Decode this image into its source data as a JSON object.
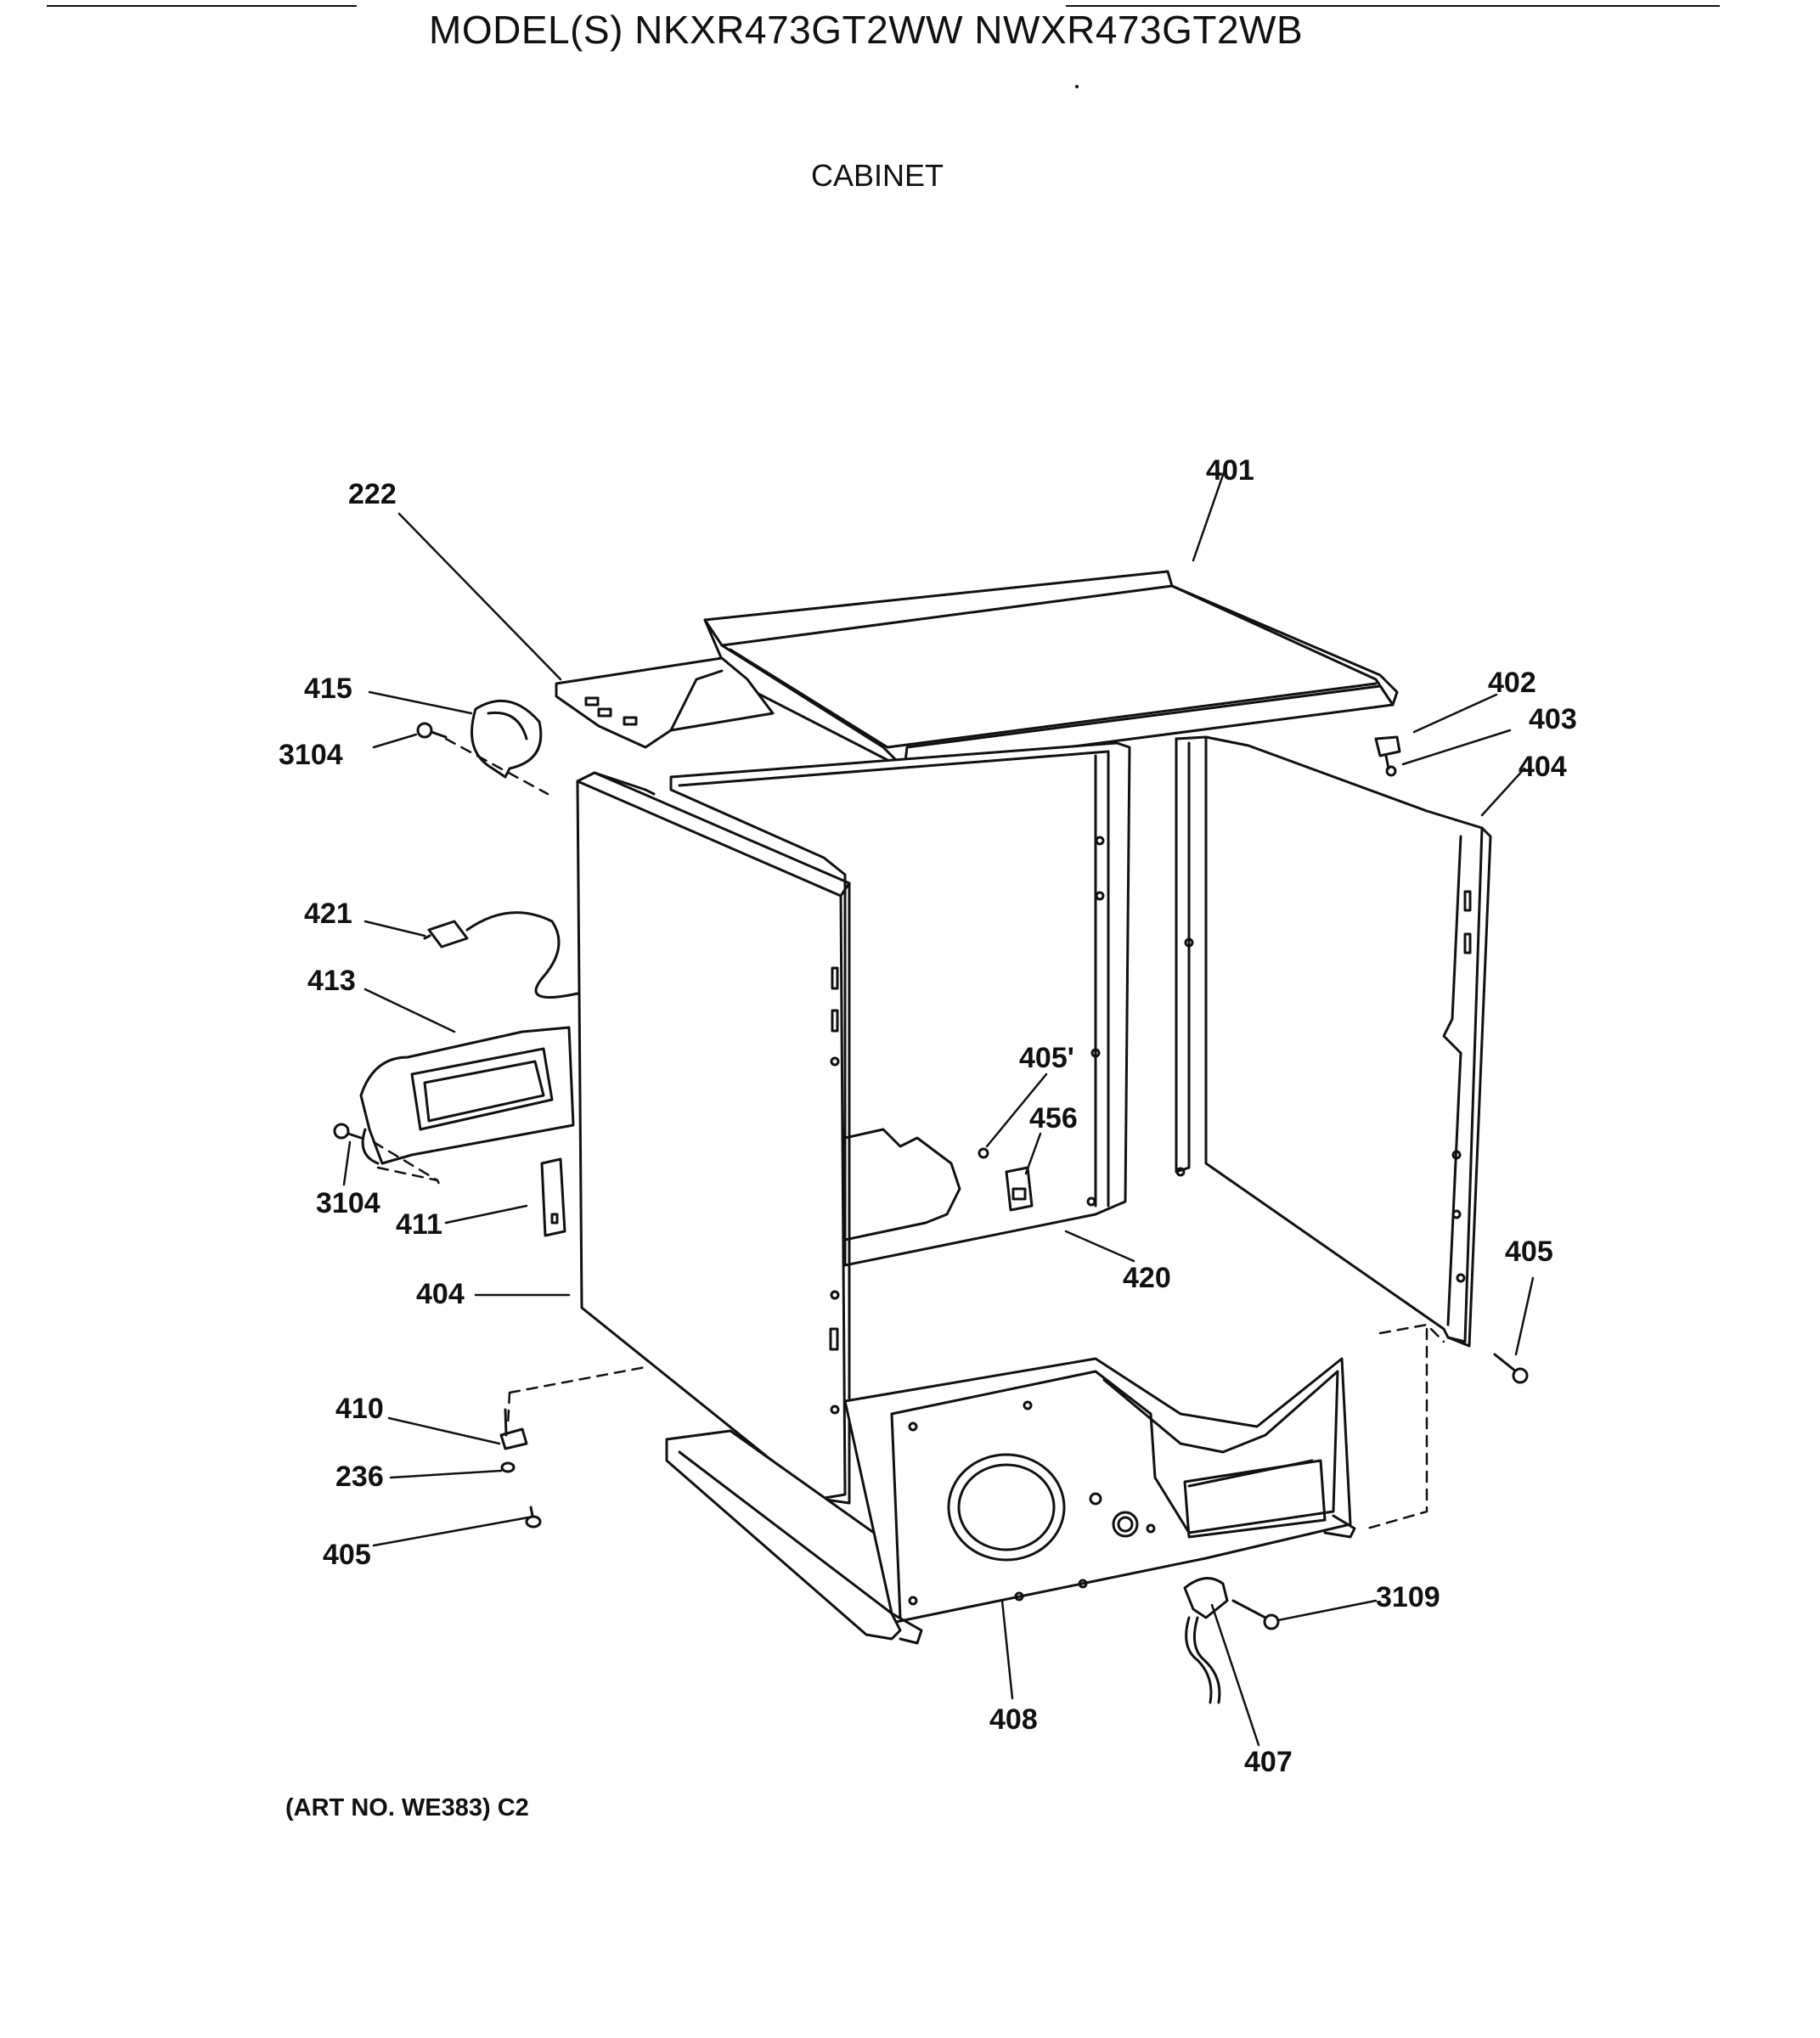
{
  "header": {
    "title": "MODEL(S) NKXR473GT2WW  NWXR473GT2WB",
    "section": "CABINET"
  },
  "callouts": [
    {
      "id": "c222",
      "text": "222"
    },
    {
      "id": "c401",
      "text": "401"
    },
    {
      "id": "c415",
      "text": "415"
    },
    {
      "id": "c3104a",
      "text": "3104"
    },
    {
      "id": "c402",
      "text": "402"
    },
    {
      "id": "c403",
      "text": "403"
    },
    {
      "id": "c404a",
      "text": "404"
    },
    {
      "id": "c421",
      "text": "421"
    },
    {
      "id": "c413",
      "text": "413"
    },
    {
      "id": "c405p",
      "text": "405'"
    },
    {
      "id": "c456",
      "text": "456"
    },
    {
      "id": "c3104b",
      "text": "3104"
    },
    {
      "id": "c411",
      "text": "411"
    },
    {
      "id": "c420",
      "text": "420"
    },
    {
      "id": "c405a",
      "text": "405"
    },
    {
      "id": "c404b",
      "text": "404"
    },
    {
      "id": "c410",
      "text": "410"
    },
    {
      "id": "c236",
      "text": "236"
    },
    {
      "id": "c405b",
      "text": "405"
    },
    {
      "id": "c3109",
      "text": "3109"
    },
    {
      "id": "c408",
      "text": "408"
    },
    {
      "id": "c407",
      "text": "407"
    }
  ],
  "footer": {
    "art_number": "(ART NO. WE383) C2"
  }
}
